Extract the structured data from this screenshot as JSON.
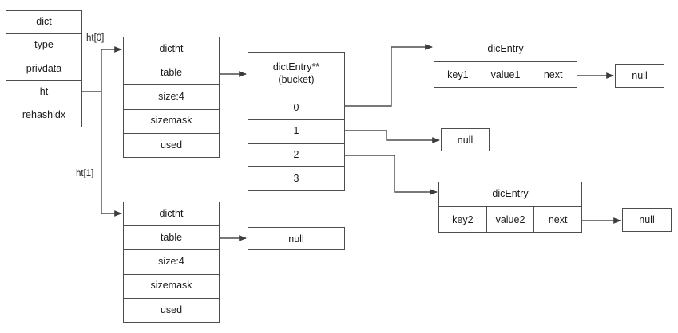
{
  "diagram": {
    "title": "Redis dict / dictht / dictEntry structure",
    "stroke_color": "#4d4d4d",
    "text_color": "#1a1a1a",
    "background": "#ffffff"
  },
  "dict_struct": {
    "name": "dict-struct",
    "rows": [
      {
        "label": "dict"
      },
      {
        "label": "type"
      },
      {
        "label": "privdata"
      },
      {
        "label": "ht"
      },
      {
        "label": "rehashidx"
      }
    ]
  },
  "edge_labels": {
    "ht0": "ht[0]",
    "ht1": "ht[1]"
  },
  "dictht0": {
    "name": "dictht-0",
    "rows": [
      {
        "label": "dictht"
      },
      {
        "label": "table"
      },
      {
        "label": "size:4"
      },
      {
        "label": "sizemask"
      },
      {
        "label": "used"
      }
    ]
  },
  "dictht1": {
    "name": "dictht-1",
    "rows": [
      {
        "label": "dictht"
      },
      {
        "label": "table"
      },
      {
        "label": "size:4"
      },
      {
        "label": "sizemask"
      },
      {
        "label": "used"
      }
    ]
  },
  "bucket": {
    "name": "bucket-array",
    "header_line1": "dictEntry**",
    "header_line2": "(bucket)",
    "slots": [
      {
        "label": "0"
      },
      {
        "label": "1"
      },
      {
        "label": "2"
      },
      {
        "label": "3"
      }
    ]
  },
  "entry1": {
    "name": "dicentry-1",
    "header": "dicEntry",
    "cells": [
      {
        "label": "key1"
      },
      {
        "label": "value1"
      },
      {
        "label": "next"
      }
    ]
  },
  "entry2": {
    "name": "dicentry-2",
    "header": "dicEntry",
    "cells": [
      {
        "label": "key2"
      },
      {
        "label": "value2"
      },
      {
        "label": "next"
      }
    ]
  },
  "nulls": {
    "entry1_next": "null",
    "bucket_slot1": "null",
    "entry2_next": "null",
    "dictht1_table": "null"
  }
}
